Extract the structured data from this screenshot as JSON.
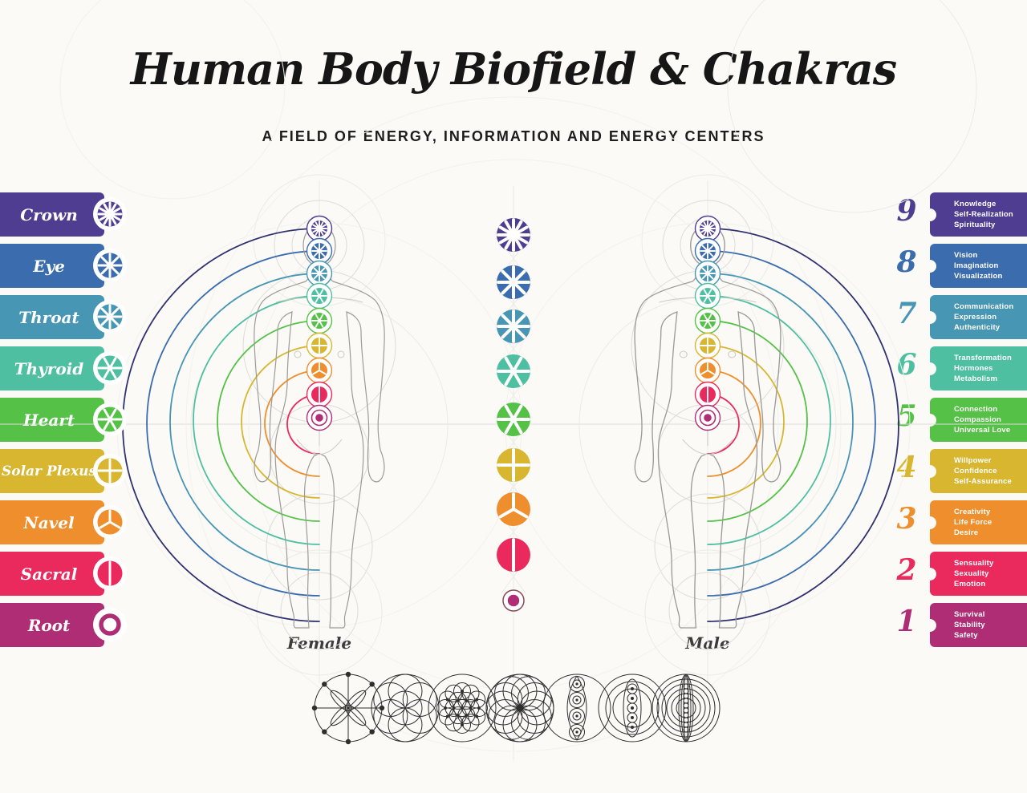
{
  "page_bg": "#fbfaf7",
  "title": "Human Body Biofield & Chakras",
  "subtitle": "A FIELD OF ENERGY, INFORMATION AND ENERGY CENTERS",
  "figures": {
    "left_label": "Female",
    "right_label": "Male"
  },
  "chakras": [
    {
      "number": "9",
      "name": "Crown",
      "color": "#4f3d92",
      "symbol": "wheel-12-spokes-icon",
      "traits": [
        "Knowledge",
        "Self-Realization",
        "Spirituality"
      ]
    },
    {
      "number": "8",
      "name": "Eye",
      "color": "#3a6cae",
      "symbol": "wheel-8-spokes-icon",
      "traits": [
        "Vision",
        "Imagination",
        "Visualization"
      ]
    },
    {
      "number": "7",
      "name": "Throat",
      "color": "#4796b4",
      "symbol": "wheel-8-spokes-icon",
      "traits": [
        "Communication",
        "Expression",
        "Authenticity"
      ]
    },
    {
      "number": "6",
      "name": "Thyroid",
      "color": "#4fbfa2",
      "symbol": "wheel-6-spokes-icon",
      "traits": [
        "Transformation",
        "Hormones",
        "Metabolism"
      ]
    },
    {
      "number": "5",
      "name": "Heart",
      "color": "#55c146",
      "symbol": "wheel-6-spokes-icon",
      "traits": [
        "Connection",
        "Compassion",
        "Universal Love"
      ]
    },
    {
      "number": "4",
      "name": "Solar Plexus",
      "color": "#d8b62f",
      "symbol": "wheel-4-cross-icon",
      "traits": [
        "Willpower",
        "Confidence",
        "Self-Assurance"
      ]
    },
    {
      "number": "3",
      "name": "Navel",
      "color": "#ef8e2c",
      "symbol": "wheel-3-spokes-icon",
      "traits": [
        "Creativity",
        "Life Force",
        "Desire"
      ]
    },
    {
      "number": "2",
      "name": "Sacral",
      "color": "#ea2a5d",
      "symbol": "wheel-2-halves-icon",
      "traits": [
        "Sensuality",
        "Sexuality",
        "Emotion"
      ]
    },
    {
      "number": "1",
      "name": "Root",
      "color": "#ae2d74",
      "symbol": "concentric-rings-icon",
      "traits": [
        "Survival",
        "Stability",
        "Safety"
      ]
    }
  ],
  "field_rings": [
    "#2f3170",
    "#3a6cae",
    "#4796b4",
    "#4fbfa2",
    "#55c146",
    "#d8b62f",
    "#ef8e2c",
    "#ea2a5d"
  ],
  "bottom_row": {
    "items": [
      {
        "name": "eight-point-star-icon"
      },
      {
        "name": "seed-of-life-icon"
      },
      {
        "name": "flower-of-life-icon"
      },
      {
        "name": "torus-rosette-icon"
      },
      {
        "name": "vesica-chain-icon"
      },
      {
        "name": "concentric-vesica-icon"
      },
      {
        "name": "torus-side-view-icon"
      }
    ]
  }
}
